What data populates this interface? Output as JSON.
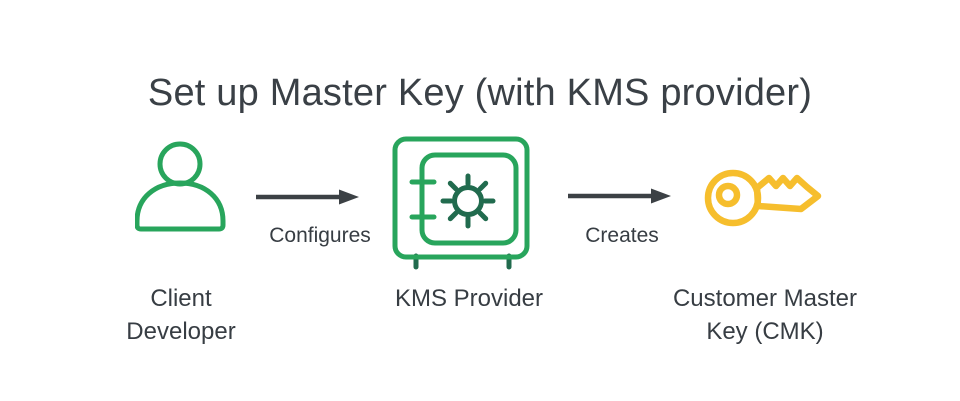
{
  "title": "Set up Master Key (with KMS provider)",
  "nodes": [
    {
      "id": "client-developer",
      "label": "Client\nDeveloper",
      "icon": "person-icon"
    },
    {
      "id": "kms-provider",
      "label": "KMS Provider",
      "icon": "safe-icon"
    },
    {
      "id": "customer-master-key",
      "label": "Customer Master\nKey (CMK)",
      "icon": "key-icon"
    }
  ],
  "edges": [
    {
      "from": "client-developer",
      "to": "kms-provider",
      "label": "Configures"
    },
    {
      "from": "kms-provider",
      "to": "customer-master-key",
      "label": "Creates"
    }
  ],
  "colors": {
    "green": "#28a55c",
    "dark_green": "#216b4e",
    "yellow": "#f6be2d",
    "arrow": "#3c4145",
    "text": "#373d43",
    "title": "#3a4046",
    "background": "#ffffff"
  }
}
